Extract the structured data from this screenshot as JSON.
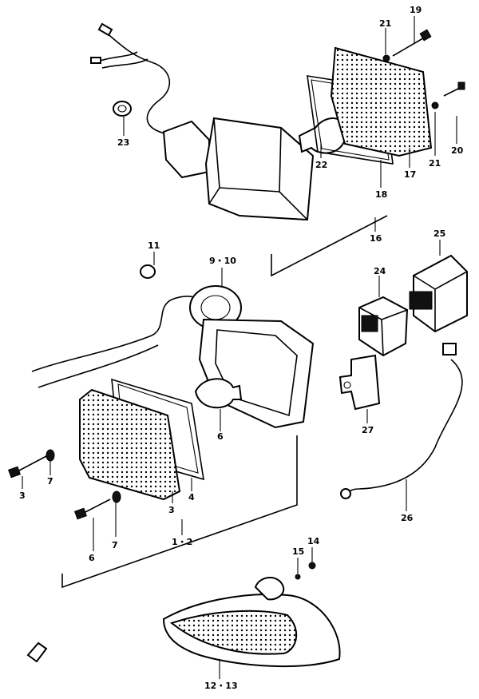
{
  "labels": {
    "l1": "1・2",
    "l3a": "3",
    "l3b": "3",
    "l4": "4",
    "l6a": "6",
    "l6b": "6",
    "l7a": "7",
    "l7b": "7",
    "l9": "9・10",
    "l11": "11",
    "l12": "12・13",
    "l14": "14",
    "l15": "15",
    "l16": "16",
    "l17": "17",
    "l18": "18",
    "l19": "19",
    "l20": "20",
    "l21a": "21",
    "l21b": "21",
    "l22": "22",
    "l23": "23",
    "l24": "24",
    "l25": "25",
    "l26": "26",
    "l27": "27"
  }
}
